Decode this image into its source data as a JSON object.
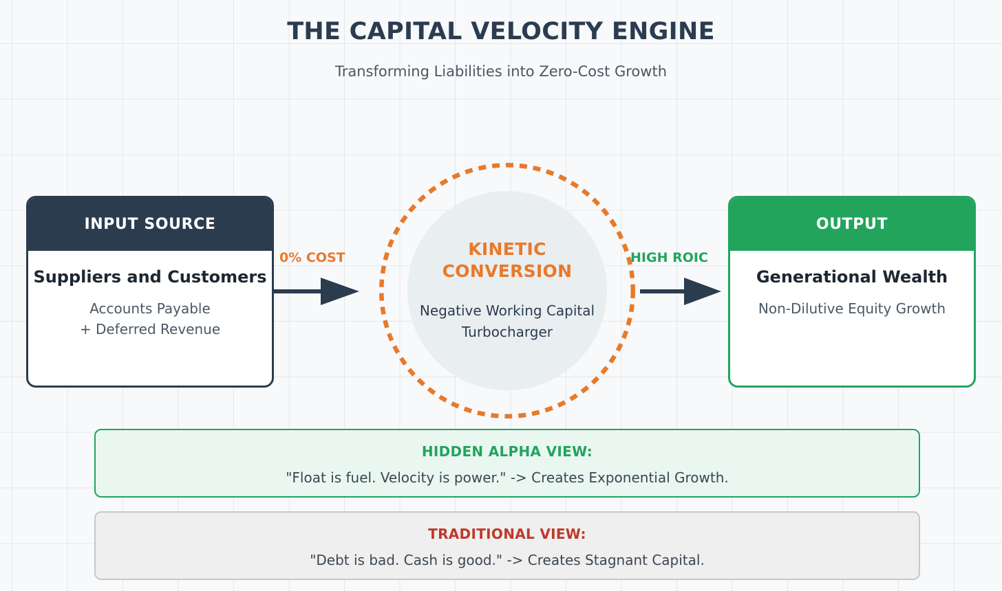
{
  "header": {
    "title": "THE CAPITAL VELOCITY ENGINE",
    "subtitle": "Transforming Liabilities into Zero-Cost Growth"
  },
  "colors": {
    "navy": "#2b3c4f",
    "green": "#22a45d",
    "orange": "#e8792a",
    "red": "#c0392b",
    "background": "#f7f9fb",
    "grid_line": "#e4e7ea",
    "hub_fill": "#e9eef0",
    "alpha_panel_fill": "#e9f7f0",
    "traditional_panel_fill": "#efefef"
  },
  "flow": {
    "input_node": {
      "header": "INPUT SOURCE",
      "main": "Suppliers and Customers",
      "sub": "Accounts Payable\n+ Deferred Revenue",
      "sub_line1": "Accounts Payable",
      "sub_line2": "+ Deferred Revenue"
    },
    "hub": {
      "title_line1": "KINETIC",
      "title_line2": "CONVERSION",
      "title": "KINETIC CONVERSION",
      "sub_line1": "Negative Working Capital",
      "sub_line2": "Turbocharger",
      "sub": "Negative Working Capital Turbocharger"
    },
    "output_node": {
      "header": "OUTPUT",
      "main": "Generational Wealth",
      "sub": "Non-Dilutive Equity Growth"
    },
    "arrows": [
      {
        "name": "input-to-hub",
        "label": "0% COST",
        "label_color": "#e8792a",
        "direction": "right"
      },
      {
        "name": "hub-to-output",
        "label": "HIGH ROIC",
        "label_color": "#22a45d",
        "direction": "right"
      }
    ]
  },
  "panels": [
    {
      "name": "hidden-alpha",
      "title": "HIDDEN ALPHA VIEW:",
      "body": "\"Float is fuel. Velocity is power.\" -> Creates Exponential Growth.",
      "title_color": "#22a45d"
    },
    {
      "name": "traditional",
      "title": "TRADITIONAL VIEW:",
      "body": "\"Debt is bad. Cash is good.\" -> Creates Stagnant Capital.",
      "title_color": "#c0392b"
    }
  ]
}
